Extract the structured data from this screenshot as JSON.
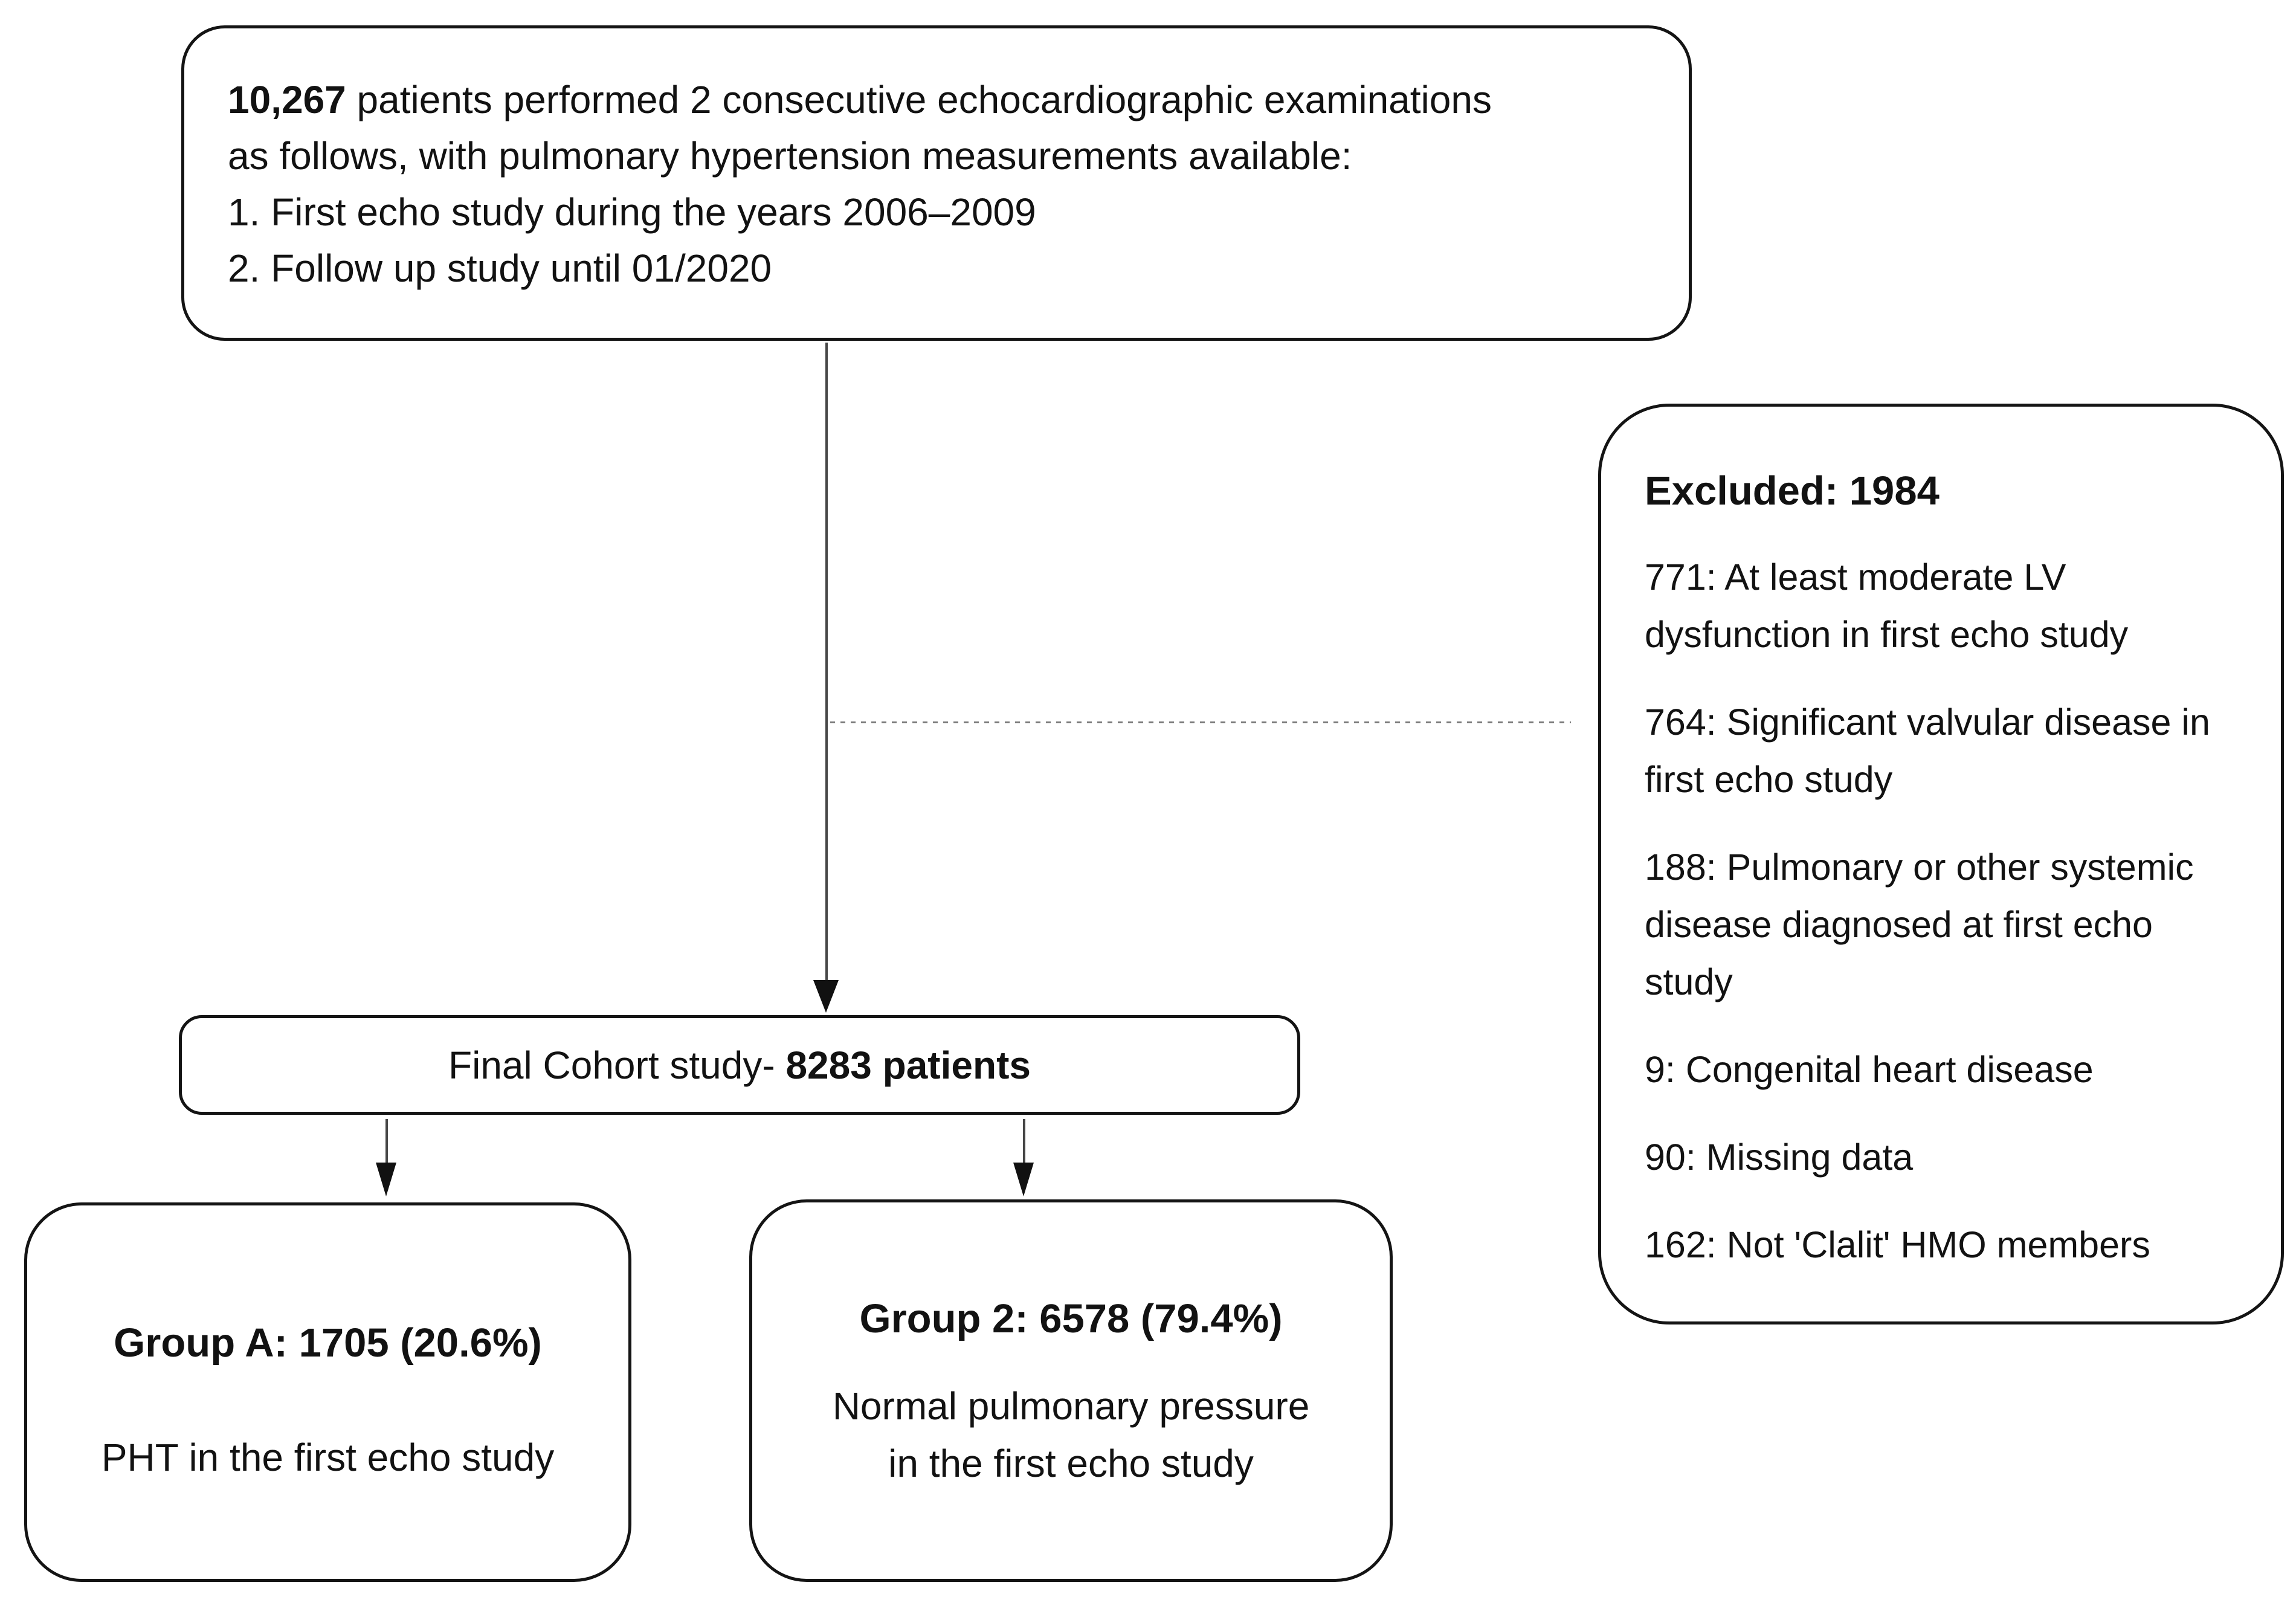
{
  "enrollment": {
    "bold_lead": "10,267",
    "line1_rest": " patients performed 2 consecutive echocardiographic examinations",
    "line2": "as follows, with pulmonary hypertension measurements available:",
    "line3": "1. First echo study during the years 2006–2009",
    "line4": "2. Follow up study until 01/2020"
  },
  "excluded": {
    "title": "Excluded: 1984",
    "items": [
      {
        "lines": [
          "771: At least moderate LV",
          "dysfunction in first echo study"
        ]
      },
      {
        "lines": [
          "764: Significant valvular disease in",
          "first echo study"
        ]
      },
      {
        "lines": [
          "188: Pulmonary or other systemic",
          "disease diagnosed at first echo",
          "study"
        ]
      },
      {
        "lines": [
          "9: Congenital heart disease"
        ]
      },
      {
        "lines": [
          "90: Missing data"
        ]
      },
      {
        "lines": [
          "162: Not 'Clalit' HMO members"
        ]
      }
    ]
  },
  "final": {
    "prefix": "Final Cohort study- ",
    "bold": "8283 patients"
  },
  "group_a": {
    "title": "Group A: 1705 (20.6%)",
    "subtitle": "PHT in the first echo study"
  },
  "group_2": {
    "title": "Group 2: 6578 (79.4%)",
    "subtitle_lines": [
      "Normal pulmonary pressure",
      "in the first echo study"
    ]
  },
  "colors": {
    "border": "#141414",
    "text": "#121212",
    "dashed_line": "#7c7c7c",
    "background": "#ffffff"
  }
}
